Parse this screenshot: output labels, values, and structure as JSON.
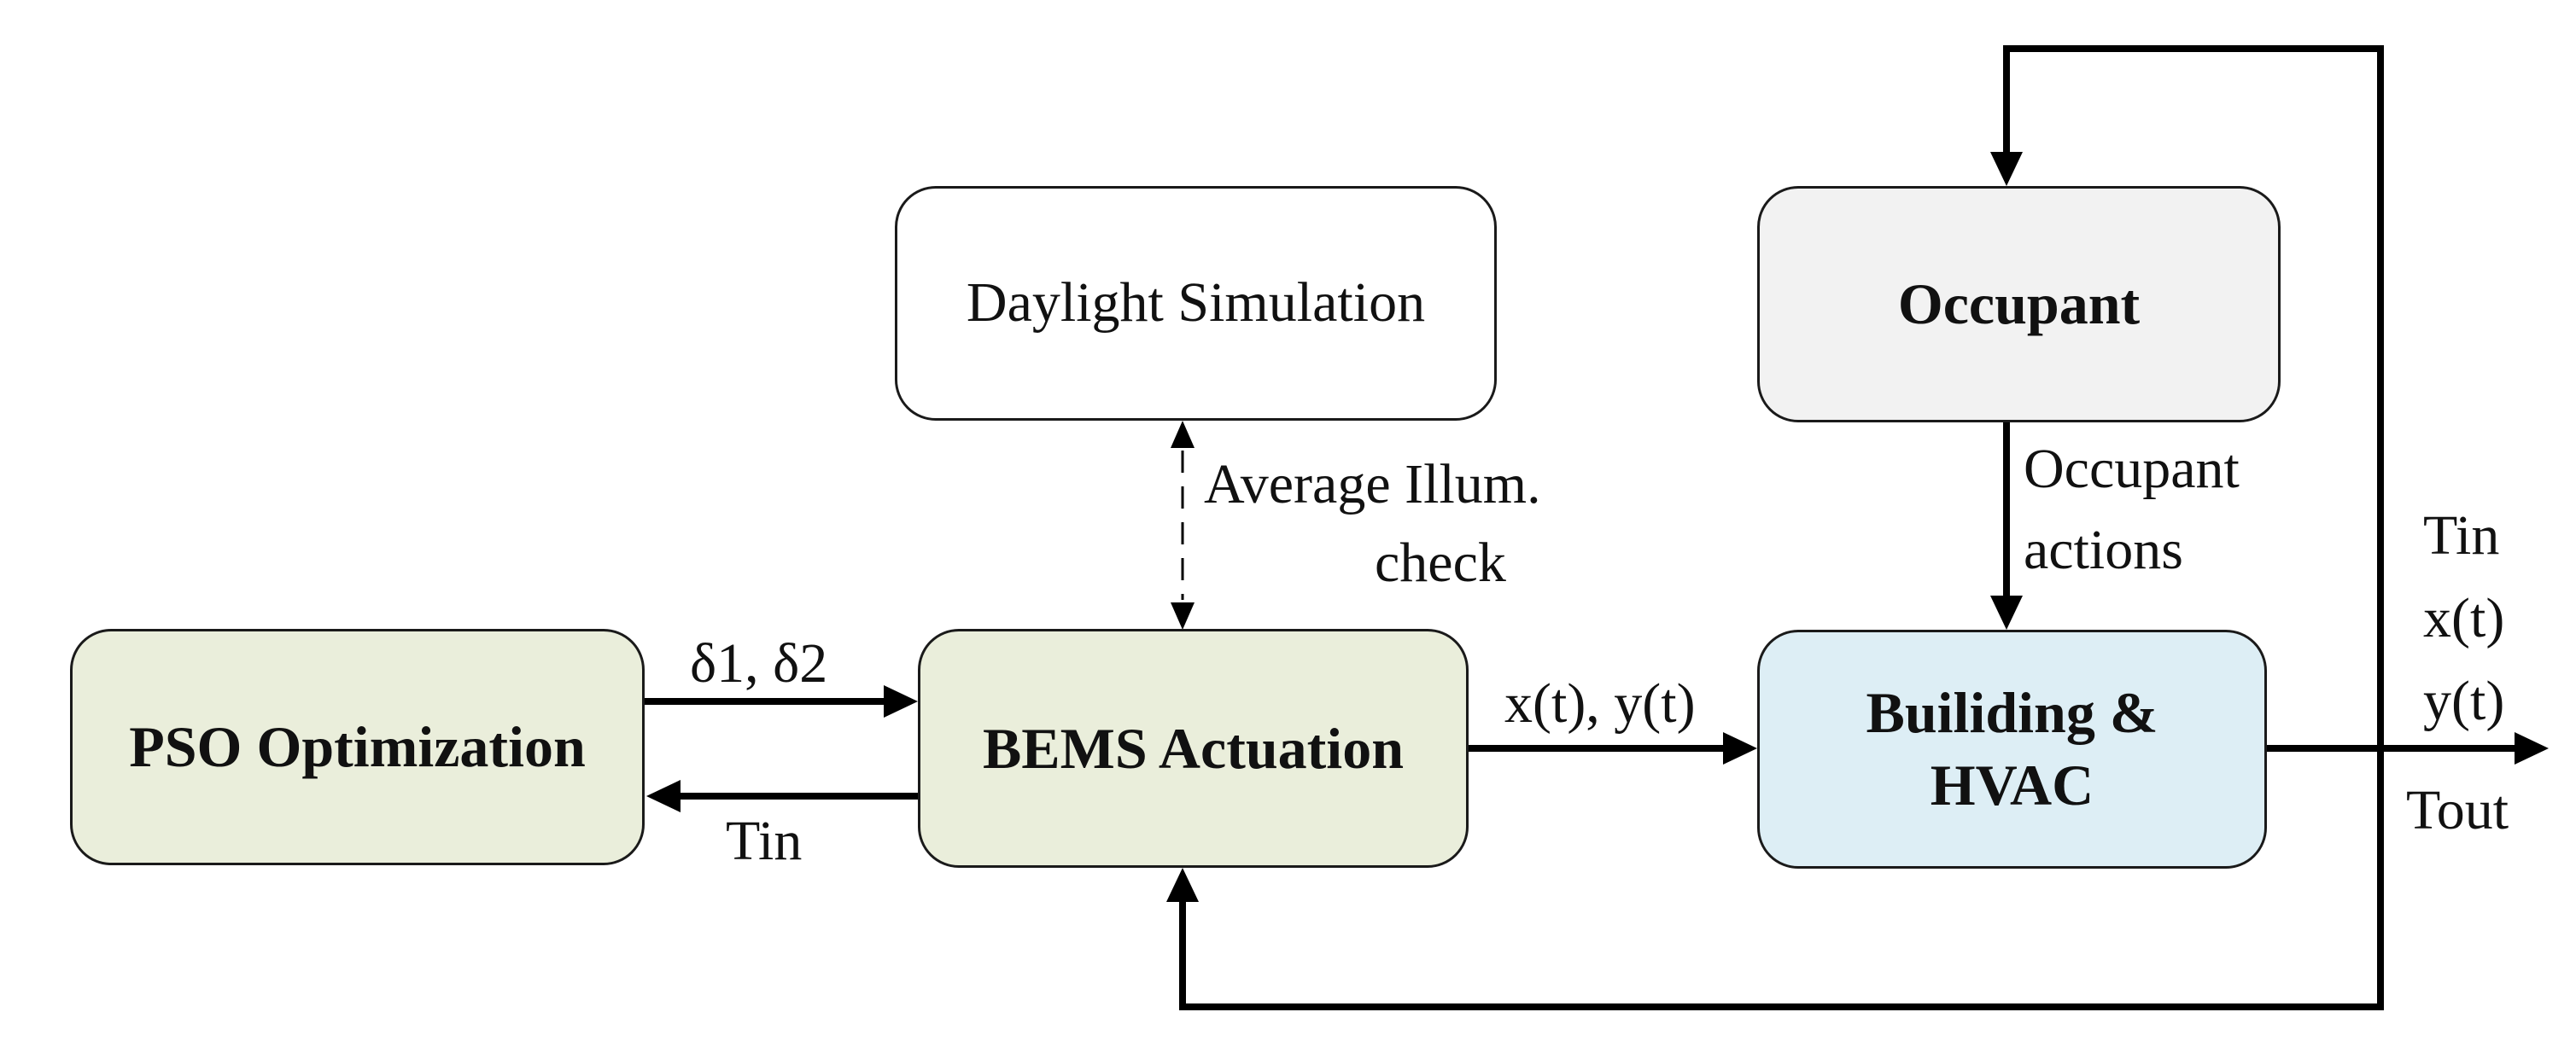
{
  "colors": {
    "optimization_fill": "#eaeedb",
    "building_fill": "#ddeef5",
    "occupant_fill": "#f2f2f2",
    "simulation_fill": "#ffffff",
    "line": "#000000"
  },
  "nodes": {
    "pso": {
      "label": "PSO Optimization"
    },
    "bems": {
      "label": "BEMS Actuation"
    },
    "daylight": {
      "label": "Daylight Simulation"
    },
    "occupant": {
      "label": "Occupant"
    },
    "building": {
      "line1": "Builiding &",
      "line2": "HVAC"
    }
  },
  "edges": {
    "pso_to_bems": "δ1, δ2",
    "bems_to_pso": "Tin",
    "illum": {
      "line1": "Average Illum.",
      "line2": "check"
    },
    "bems_to_building": "x(t), y(t)",
    "occupant_to_building": {
      "line1": "Occupant",
      "line2": "actions"
    },
    "outputs": {
      "tin": "Tin",
      "xt": "x(t)",
      "yt": "y(t)",
      "tout": "Tout"
    }
  }
}
